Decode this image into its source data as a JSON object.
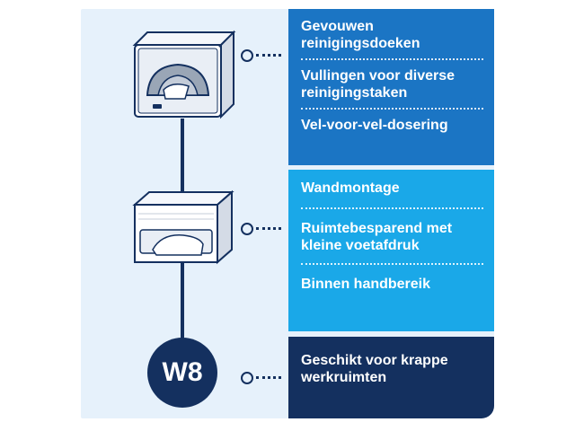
{
  "feature_groups": [
    {
      "items": [
        "Gevouwen reinigingsdoeken",
        "Vullingen voor diverse reinigingstaken",
        "Vel-voor-vel-dosering"
      ]
    },
    {
      "items": [
        "Wandmontage",
        "Ruimtebesparend met kleine voetafdruk",
        "Binnen handbereik"
      ]
    },
    {
      "items": [
        "Geschikt voor krappe werkruimten"
      ]
    }
  ],
  "badge": {
    "label": "W8"
  },
  "colors": {
    "background_panel": "#e6f1fb",
    "block_1": "#1b75c4",
    "block_2": "#1aa8e8",
    "block_3": "#14305f",
    "navy": "#14305f"
  },
  "icons": [
    "wall-dispenser-icon",
    "counter-dispenser-icon"
  ]
}
